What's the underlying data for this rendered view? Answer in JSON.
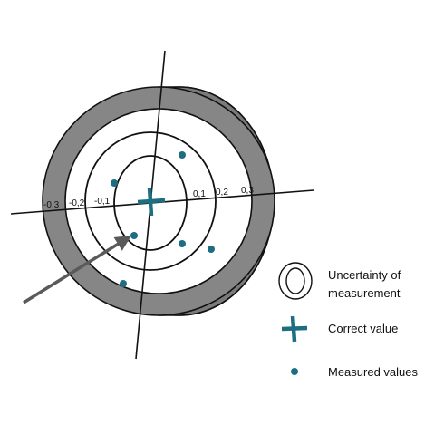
{
  "axis_ticks": {
    "negative": [
      "-0,3",
      "-0,2",
      "-0,1"
    ],
    "positive": [
      "0,1",
      "0,2",
      "0,3"
    ]
  },
  "legend": {
    "uncertainty_line1": "Uncertainty of",
    "uncertainty_line2": "measurement",
    "correct_value": "Correct value",
    "measured_values": "Measured values"
  },
  "colors": {
    "ring_gray": "#868686",
    "marker_teal": "#1e6e82",
    "arrow_gray": "#5a5a5a",
    "line_black": "#111111"
  },
  "icons": {
    "uncertainty": "concentric-ellipse-icon",
    "correct_value": "plus-cross-icon",
    "measured_value": "dot-icon"
  }
}
